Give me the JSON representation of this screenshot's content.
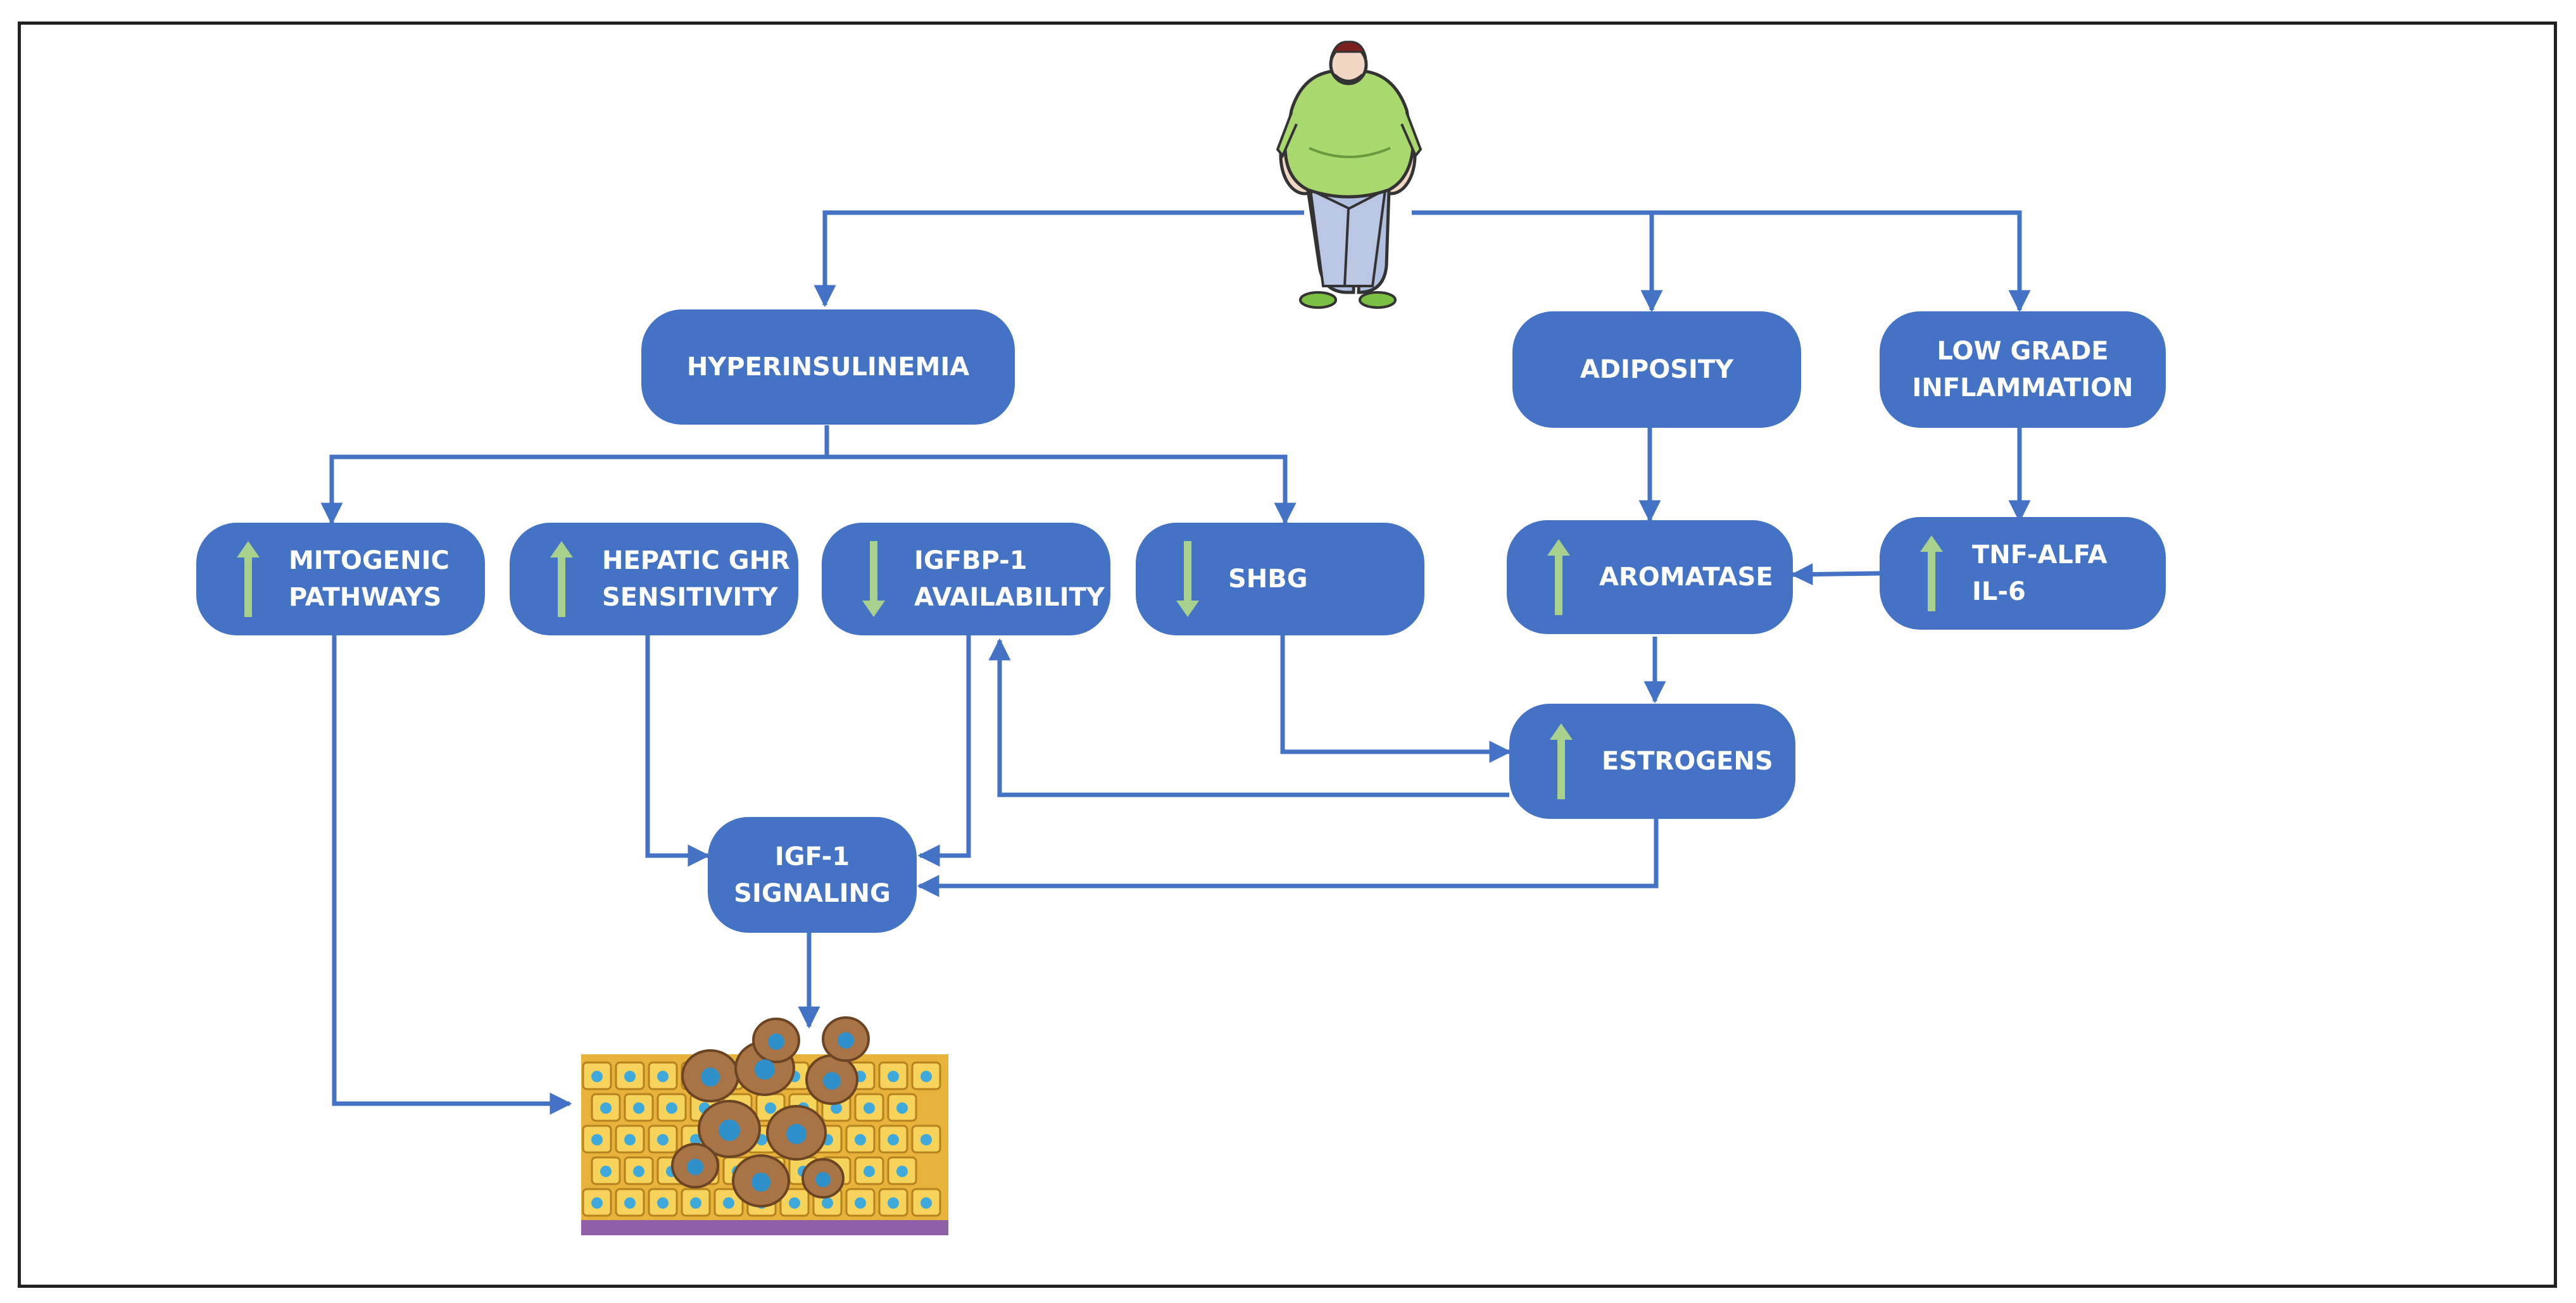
{
  "diagram": {
    "nodes": {
      "hyperinsulinemia": "HYPERINSULINEMIA",
      "adiposity": "ADIPOSITY",
      "low_grade_inflammation": "LOW GRADE\nINFLAMMATION",
      "mitogenic_pathways": "MITOGENIC\nPATHWAYS",
      "hepatic_ghr": "HEPATIC GHR\nSENSITIVITY",
      "igfbp1": "IGFBP-1\nAVAILABILITY",
      "shbg": "SHBG",
      "aromatase": "AROMATASE",
      "tnf_il6": "TNF-ALFA\nIL-6",
      "estrogens": "ESTROGENS",
      "igf1_signaling": "IGF-1\nSIGNALING"
    },
    "indicators": {
      "mitogenic_pathways": "up",
      "hepatic_ghr": "up",
      "igfbp1": "down",
      "shbg": "down",
      "aromatase": "up",
      "tnf_il6": "up",
      "estrogens": "up"
    },
    "icons": {
      "top": "obese-person-illustration",
      "bottom": "tumor-tissue-illustration"
    },
    "colors": {
      "node_fill": "#4472c4",
      "connector": "#4472c4",
      "indicator_arrow": "#a9d18e",
      "node_text": "#ffffff"
    }
  }
}
